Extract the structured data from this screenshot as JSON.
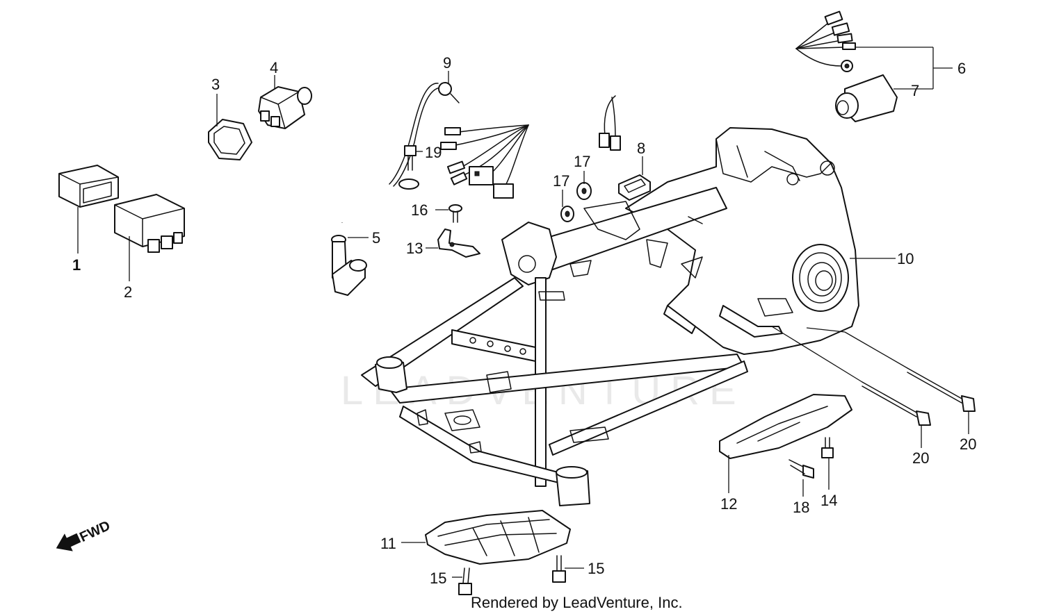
{
  "watermark": "LEADVENTURE",
  "credit": "Rendered by LeadVenture, Inc.",
  "direction_label": "FWD",
  "callouts": {
    "c1": "1",
    "c2": "2",
    "c3": "3",
    "c4": "4",
    "c5": "5",
    "c6": "6",
    "c7": "7",
    "c8": "8",
    "c9": "9",
    "c10": "10",
    "c11": "11",
    "c12": "12",
    "c13": "13",
    "c14": "14",
    "c15a": "15",
    "c15b": "15",
    "c16": "16",
    "c17a": "17",
    "c17b": "17",
    "c18": "18",
    "c19": "19",
    "c20a": "20",
    "c20b": "20"
  }
}
